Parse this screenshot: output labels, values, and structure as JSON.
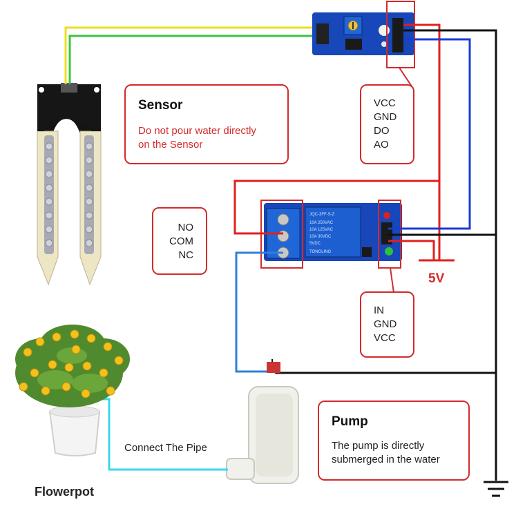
{
  "sensor_callout": {
    "title": "Sensor",
    "lines": [
      "Do not pour water directly",
      "on the Sensor"
    ]
  },
  "module_pins": [
    "VCC",
    "GND",
    "DO",
    "AO"
  ],
  "relay_contacts": [
    "NO",
    "COM",
    "NC"
  ],
  "relay_pins": [
    "IN",
    "GND",
    "VCC"
  ],
  "power_label": "5V",
  "pump_callout": {
    "title": "Pump",
    "lines": [
      "The pump is directly",
      "submerged in the water"
    ]
  },
  "pipe_label": "Connect The Pipe",
  "flowerpot_label": "Flowerpot",
  "relay_print": {
    "model": "JQC-3FF-S-Z",
    "rating1": "10A 250VAC",
    "rating2": "10A 125VAC",
    "rating3": "10A 30VDC",
    "coil": "5VDC",
    "brand": "TONGLING"
  },
  "colors": {
    "wire_red": "#e0201e",
    "wire_black": "#111111",
    "wire_blue": "#1a3bd6",
    "wire_yellow": "#e8e020",
    "wire_green": "#3cc23c",
    "wire_light_blue": "#2f7fdc",
    "pipe_cyan": "#38d8ea",
    "callout_border": "#d22b2b",
    "pcb_blue": "#1747b8"
  }
}
